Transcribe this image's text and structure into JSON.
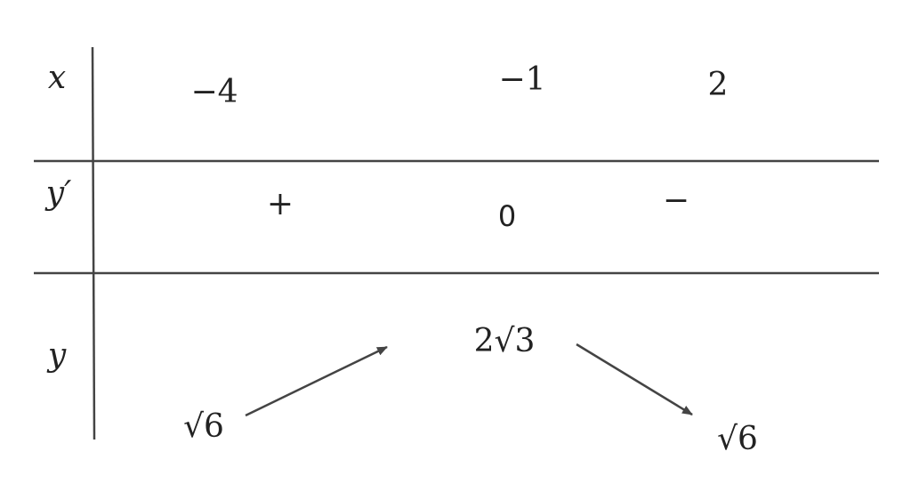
{
  "labels": {
    "x": "x",
    "y_prime": "y′",
    "y": "y"
  },
  "x_values": [
    "−4",
    "−1",
    "2"
  ],
  "derivative": {
    "left_sign": "+",
    "zero": "0",
    "right_sign": "−"
  },
  "y_values": {
    "left": "√6",
    "peak_coef": "2",
    "peak_rad": "√3",
    "right": "√6"
  },
  "colors": {
    "line": "#444444",
    "text": "#222222"
  }
}
